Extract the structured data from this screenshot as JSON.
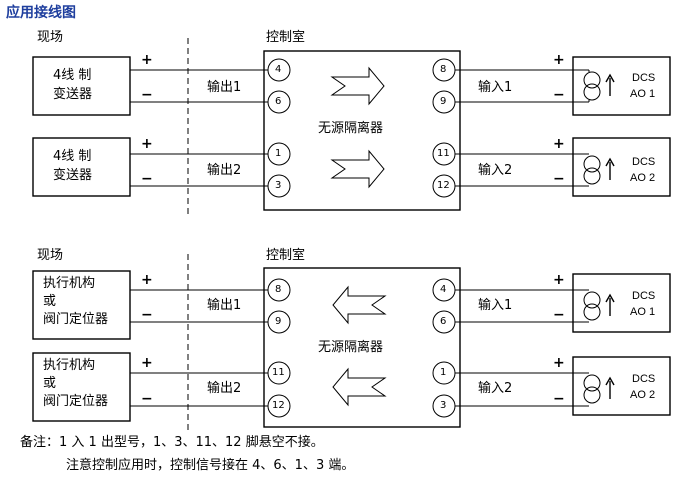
{
  "title": "应用接线图",
  "diagram1": {
    "field_label": "现场",
    "control_label": "控制室",
    "device1": [
      "4线 制",
      "变送器"
    ],
    "device2": [
      "4线 制",
      "变送器"
    ],
    "out1": "输出1",
    "out2": "输出2",
    "in1": "输入1",
    "in2": "输入2",
    "isolator": "无源隔离器",
    "pins_left": [
      "4",
      "6",
      "1",
      "3"
    ],
    "pins_right": [
      "8",
      "9",
      "11",
      "12"
    ],
    "dcs1": [
      "DCS",
      "AO 1"
    ],
    "dcs2": [
      "DCS",
      "AO 2"
    ]
  },
  "diagram2": {
    "field_label": "现场",
    "control_label": "控制室",
    "device1": [
      "执行机构",
      "或",
      "阀门定位器"
    ],
    "device2": [
      "执行机构",
      "或",
      "阀门定位器"
    ],
    "out1": "输出1",
    "out2": "输出2",
    "in1": "输入1",
    "in2": "输入2",
    "isolator": "无源隔离器",
    "pins_left": [
      "8",
      "9",
      "11",
      "12"
    ],
    "pins_right": [
      "4",
      "6",
      "1",
      "3"
    ],
    "dcs1": [
      "DCS",
      "AO 1"
    ],
    "dcs2": [
      "DCS",
      "AO 2"
    ]
  },
  "signs": {
    "plus": "+",
    "minus": "−"
  },
  "notes": [
    "备注：1 入 1 出型号，1、3、11、12 脚悬空不接。",
    "注意控制应用时，控制信号接在 4、6、1、3 端。"
  ]
}
